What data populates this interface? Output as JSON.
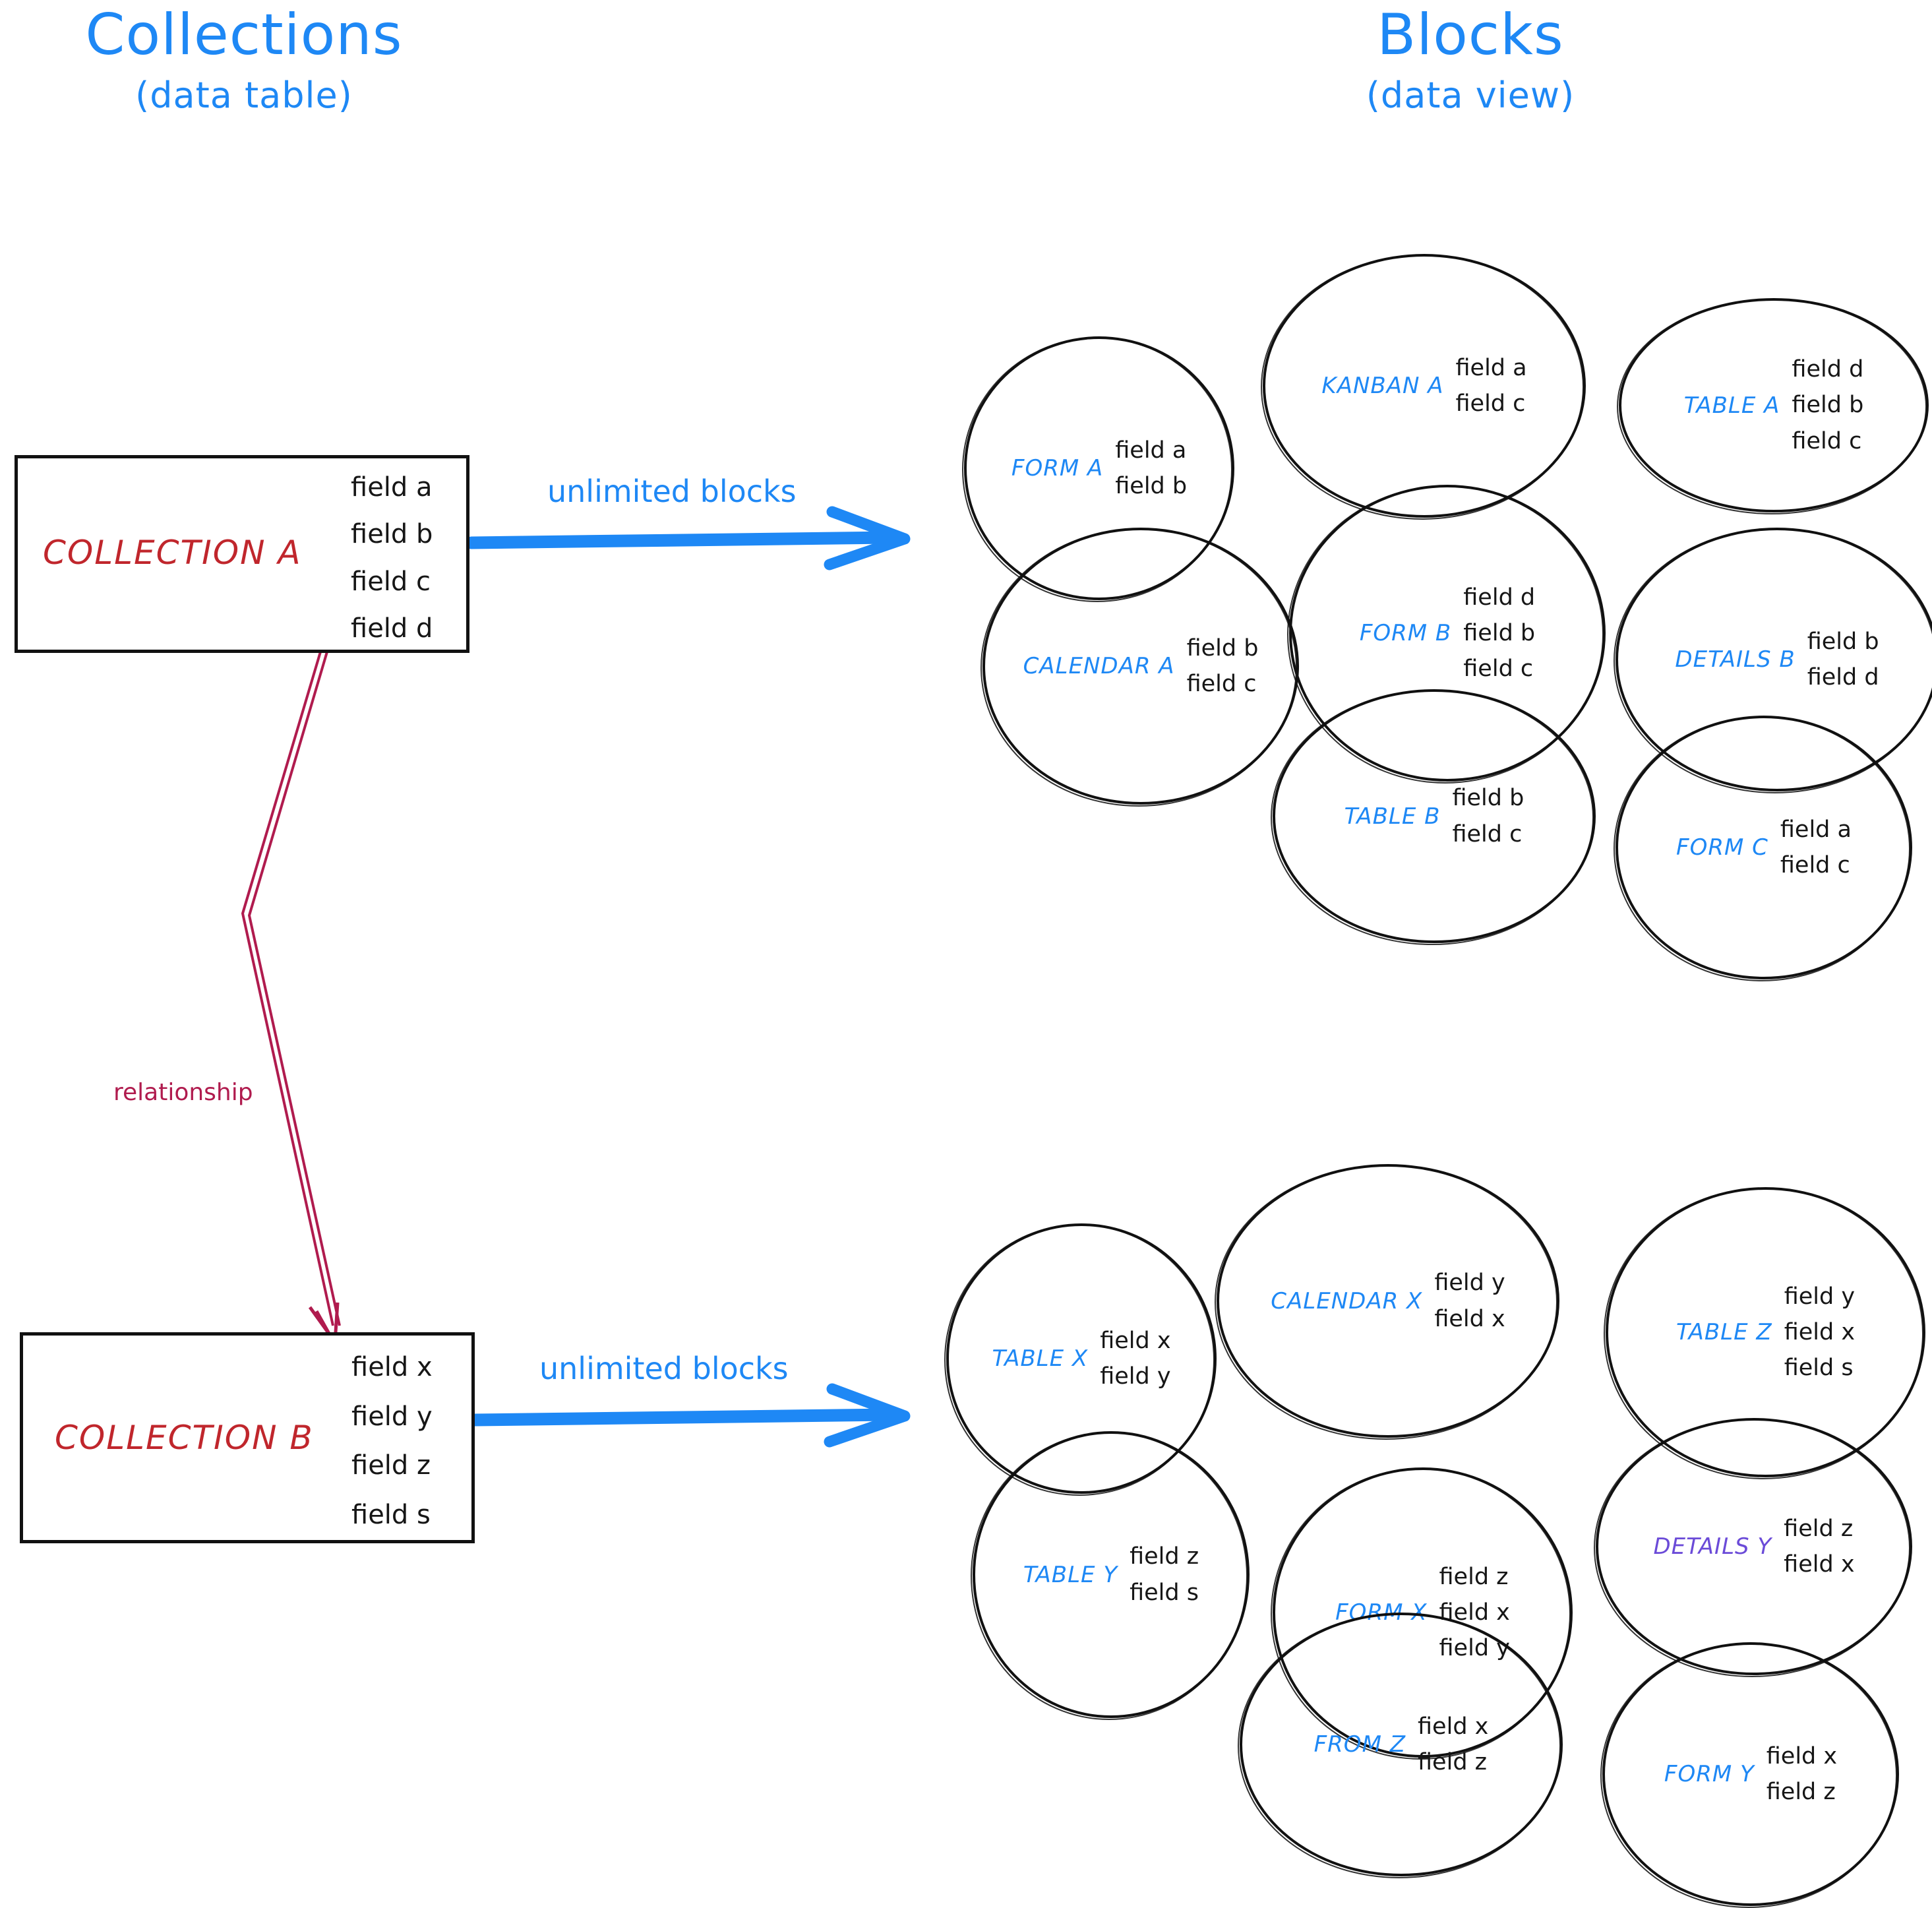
{
  "headings": {
    "left": {
      "title": "Collections",
      "subtitle": "(data table)"
    },
    "right": {
      "title": "Blocks",
      "subtitle": "(data view)"
    }
  },
  "colors": {
    "accent_blue": "#1e88f5",
    "collection_red": "#c0262c",
    "relationship_crimson": "#b01b4e",
    "details_purple": "#6b4bd8",
    "ink_black": "#161616"
  },
  "collections": [
    {
      "name": "COLLECTION A",
      "fields": [
        "field a",
        "field b",
        "field c",
        "field d"
      ],
      "arrow_label": "unlimited blocks"
    },
    {
      "name": "COLLECTION B",
      "fields": [
        "field x",
        "field y",
        "field z",
        "field s"
      ],
      "arrow_label": "unlimited blocks"
    }
  ],
  "relationship": {
    "label": "relationship"
  },
  "blocks_top": [
    {
      "label": "FORM A",
      "fields": [
        "field a",
        "field b"
      ]
    },
    {
      "label": "KANBAN A",
      "fields": [
        "field a",
        "field c"
      ]
    },
    {
      "label": "TABLE A",
      "fields": [
        "field d",
        "field b",
        "field c"
      ]
    },
    {
      "label": "CALENDAR A",
      "fields": [
        "field b",
        "field c"
      ]
    },
    {
      "label": "FORM B",
      "fields": [
        "field d",
        "field b",
        "field c"
      ]
    },
    {
      "label": "DETAILS B",
      "fields": [
        "field b",
        "field d"
      ]
    },
    {
      "label": "TABLE B",
      "fields": [
        "field b",
        "field c"
      ]
    },
    {
      "label": "FORM C",
      "fields": [
        "field a",
        "field c"
      ]
    }
  ],
  "blocks_bottom": [
    {
      "label": "TABLE X",
      "fields": [
        "field x",
        "field y"
      ]
    },
    {
      "label": "CALENDAR X",
      "fields": [
        "field y",
        "field x"
      ]
    },
    {
      "label": "TABLE Z",
      "fields": [
        "field y",
        "field x",
        "field s"
      ]
    },
    {
      "label": "TABLE Y",
      "fields": [
        "field z",
        "field s"
      ]
    },
    {
      "label": "FORM X",
      "fields": [
        "field z",
        "field x",
        "field y"
      ]
    },
    {
      "label": "DETAILS Y",
      "fields": [
        "field z",
        "field x"
      ],
      "color": "purple"
    },
    {
      "label": "FROM Z",
      "fields": [
        "field x",
        "field z"
      ]
    },
    {
      "label": "FORM Y",
      "fields": [
        "field x",
        "field z"
      ]
    }
  ]
}
